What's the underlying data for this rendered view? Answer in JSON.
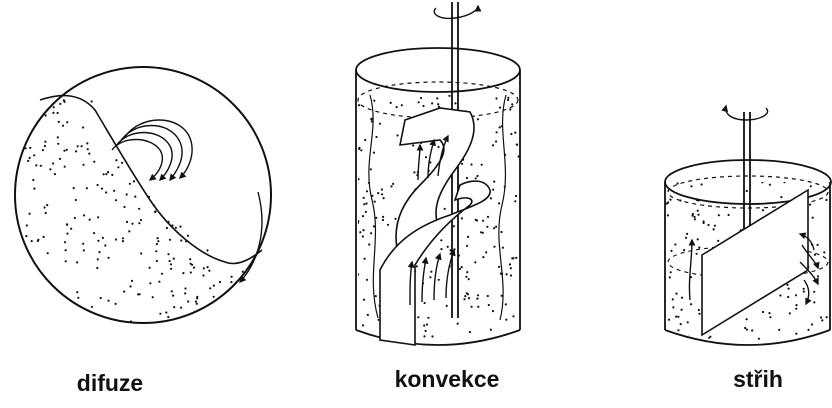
{
  "labels": {
    "diffusion": "difuze",
    "convection": "konvekce",
    "shear": "střih"
  },
  "colors": {
    "ink": "#111111",
    "background": "#ffffff"
  }
}
